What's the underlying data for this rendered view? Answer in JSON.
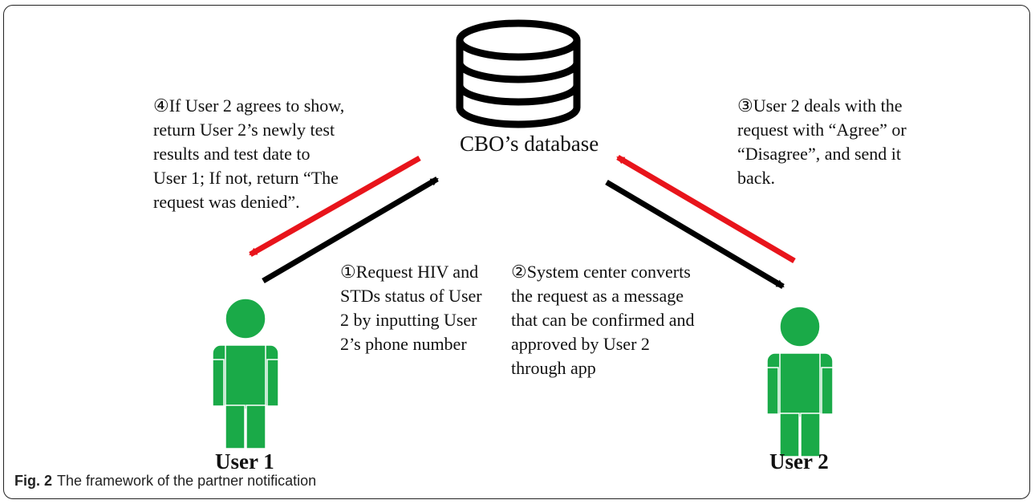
{
  "database": {
    "label": "CBO’s database",
    "icon": "database-icon"
  },
  "users": [
    {
      "label": "User 1",
      "icon": "person-icon"
    },
    {
      "label": "User 2",
      "icon": "person-icon"
    }
  ],
  "steps": {
    "step1": "①Request HIV and\nSTDs status of User\n2 by inputting User\n2’s phone number",
    "step2": "②System center converts\nthe request as a message\nthat can be confirmed and\napproved by User 2\nthrough app",
    "step3": "③User 2 deals with the\nrequest with “Agree” or\n“Disagree”, and send it\nback.",
    "step4": "④If User 2 agrees to show,\nreturn User 2’s newly test\nresults and test date to\nUser 1; If not, return “The\nrequest was denied”."
  },
  "caption": {
    "prefix": "Fig. 2",
    "text": "The framework of the partner notification"
  },
  "colors": {
    "person": "#1aaa48",
    "request_arrow": "#000000",
    "response_arrow": "#e8141b"
  }
}
